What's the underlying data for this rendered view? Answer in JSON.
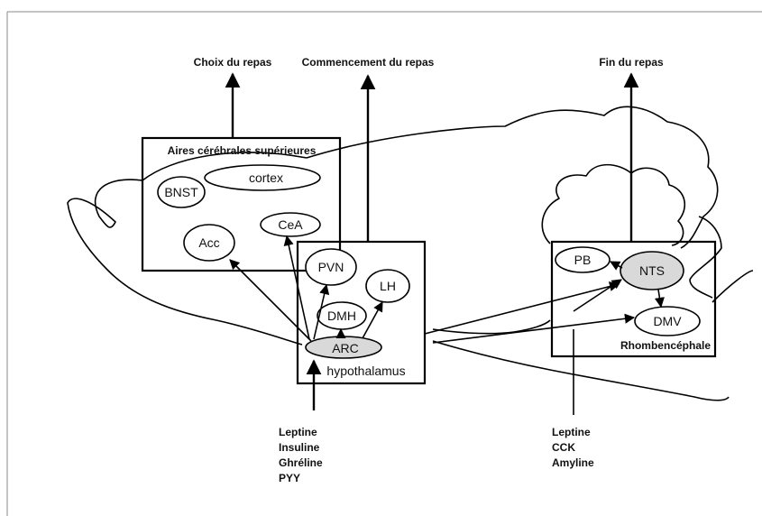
{
  "outputs": {
    "choice": "Choix du repas",
    "start": "Commencement du repas",
    "end": "Fin du repas"
  },
  "regions": {
    "higher_brain": "Aires cérébrales supérieures",
    "hypothalamus": "hypothalamus",
    "hindbrain": "Rhombencéphale"
  },
  "nodes": {
    "cortex": "cortex",
    "bnst": "BNST",
    "acc": "Acc",
    "cea": "CeA",
    "pvn": "PVN",
    "lh": "LH",
    "dmh": "DMH",
    "arc": "ARC",
    "pb": "PB",
    "nts": "NTS",
    "dmv": "DMV"
  },
  "inputs": {
    "hypothalamus": [
      "Leptine",
      "Insuline",
      "Ghréline",
      "PYY"
    ],
    "hindbrain": [
      "Leptine",
      "CCK",
      "Amyline"
    ]
  }
}
